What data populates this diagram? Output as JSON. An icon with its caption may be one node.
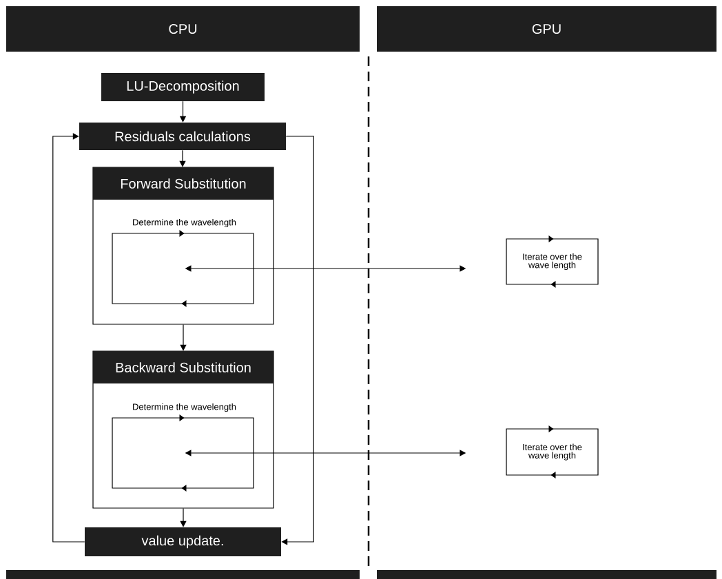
{
  "diagram": {
    "nodes": [
      {
        "text": [
          "CPU"
        ]
      },
      {
        "text": [
          "GPU"
        ]
      },
      {
        "text": [
          "LU-Decomposition"
        ]
      },
      {
        "text": [
          "Residuals calculations"
        ]
      },
      {
        "text": [],
        "shape": "box"
      },
      {
        "text": [
          "Forward Substitution"
        ],
        "in": 4
      },
      {
        "text": [
          "Determine the wavelength"
        ],
        "in": 4
      },
      {
        "text": [],
        "shape": "box"
      },
      {
        "text": [
          "Backward Substitution"
        ],
        "in": 7
      },
      {
        "text": [
          "Determine the wavelength"
        ],
        "in": 7
      },
      {
        "text": [
          "value update."
        ]
      },
      {
        "text": [
          "Iterate over the wave length"
        ]
      },
      {
        "text": [
          "Iterate over the wave length"
        ]
      }
    ],
    "edges": [
      {
        "from": 2,
        "to": 3,
        "arrow": "to"
      },
      {
        "from": 3,
        "to": 5,
        "arrow": "to"
      },
      {
        "from": 4,
        "to": 8,
        "arrow": "to"
      },
      {
        "from": 7,
        "to": 10,
        "arrow": "to"
      },
      {
        "from": 10,
        "to": 3,
        "arrow": "to"
      },
      {
        "from": 3,
        "to": 10,
        "arrow": "to"
      },
      {
        "from": 6,
        "to": 11,
        "arrow": "both"
      },
      {
        "from": 9,
        "to": 12,
        "arrow": "both"
      }
    ]
  }
}
